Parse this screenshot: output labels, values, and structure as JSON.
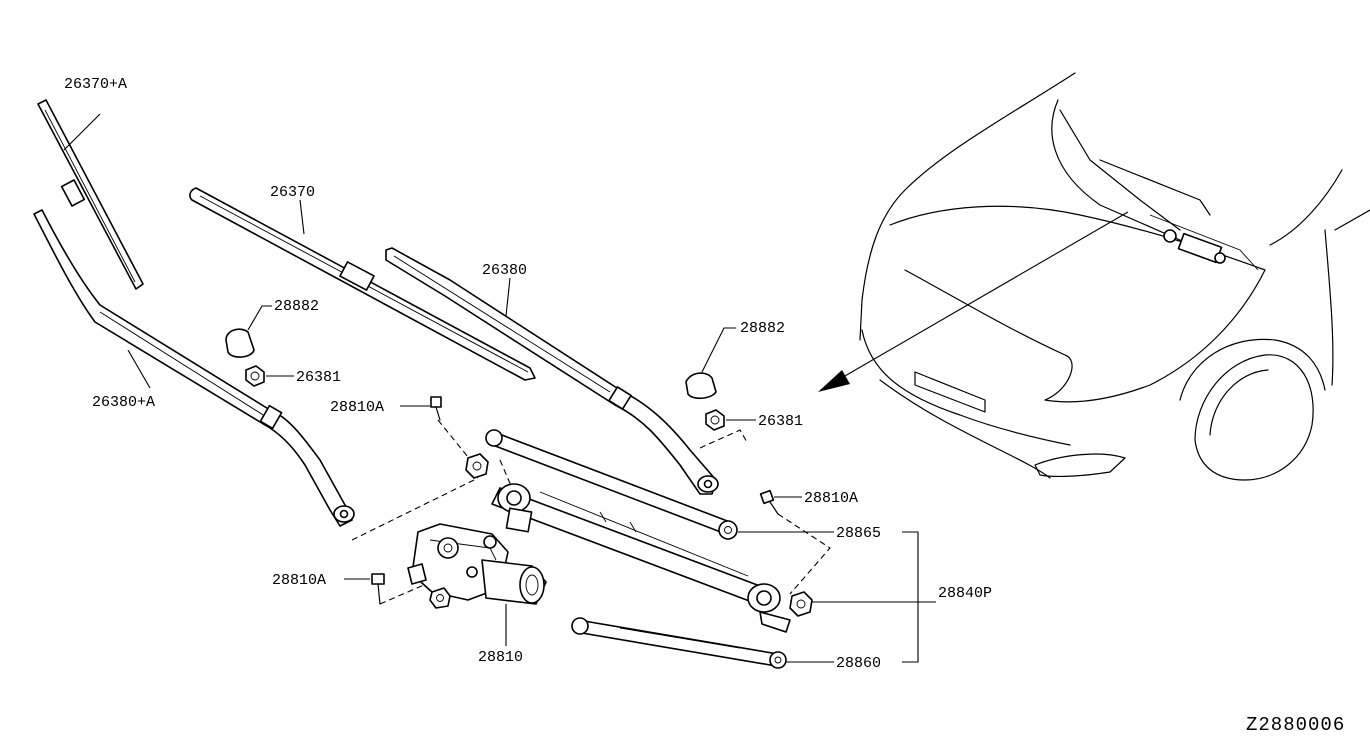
{
  "labels": {
    "blade_left": "26370+A",
    "arm_left": "26380+A",
    "blade_right": "26370",
    "arm_right": "26380",
    "cap_left": "28882",
    "nut_left": "26381",
    "cap_right": "28882",
    "nut_right": "26381",
    "bolt_upper": "28810A",
    "bolt_right": "28810A",
    "bolt_lower": "28810A",
    "motor": "28810",
    "link_upper": "28865",
    "linkage_assembly": "28840P",
    "link_lower": "28860"
  },
  "diagram_code": "Z2880006"
}
